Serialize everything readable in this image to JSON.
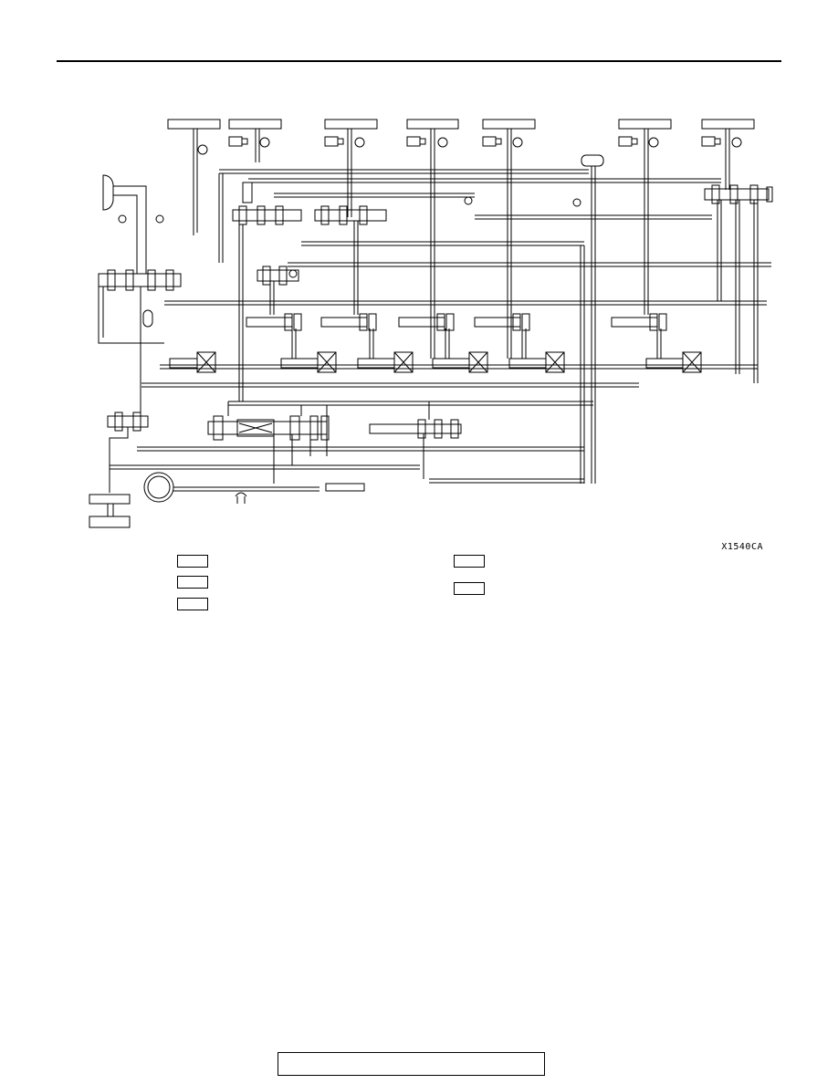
{
  "figure": {
    "code": "X1540CA"
  },
  "legend": {
    "items": [
      {
        "id": "legend-1"
      },
      {
        "id": "legend-2"
      },
      {
        "id": "legend-3"
      },
      {
        "id": "legend-4"
      },
      {
        "id": "legend-5"
      }
    ]
  },
  "colors": {
    "line": "#000000",
    "background": "#ffffff"
  }
}
